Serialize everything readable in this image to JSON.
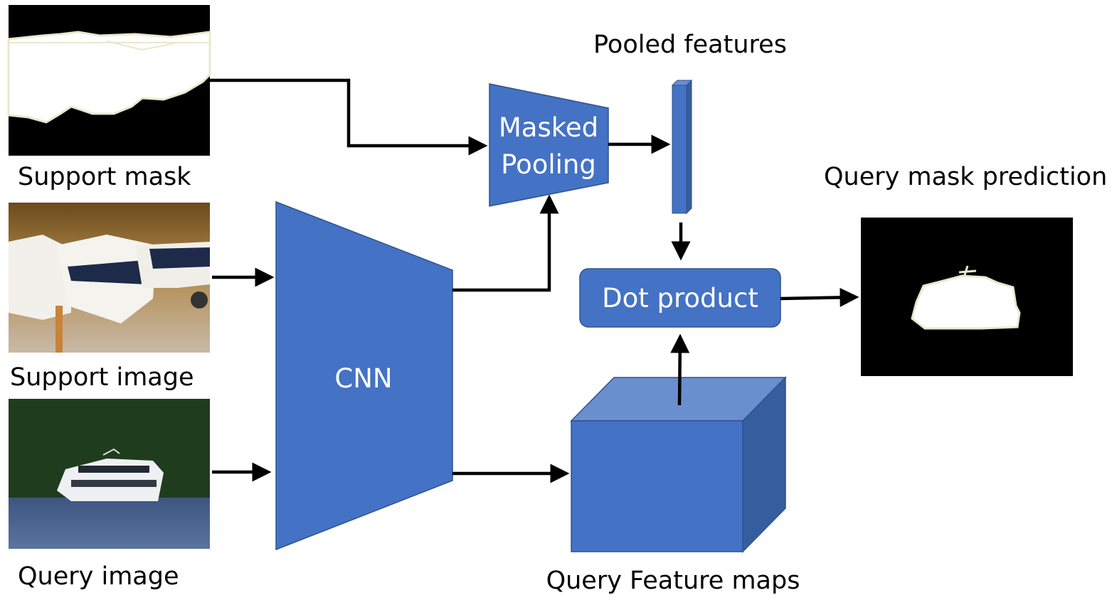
{
  "colors": {
    "block_fill": "#4472c4",
    "block_stroke": "#2f528f",
    "cube_top": "#6a8fcf",
    "cube_side": "#365e9f",
    "mask_fg": "#ffffff",
    "mask_edge": "#e8e8cc",
    "mask_bg": "#000000",
    "arrow": "#000000"
  },
  "inputs": {
    "support_mask": {
      "label": "Support mask",
      "icon": "binary-mask-image"
    },
    "support_image": {
      "label": "Support image",
      "icon": "boats-photo"
    },
    "query_image": {
      "label": "Query image",
      "icon": "yacht-photo"
    }
  },
  "blocks": {
    "cnn": {
      "label": "CNN"
    },
    "masked_pooling": {
      "label_line1": "Masked",
      "label_line2": "Pooling"
    },
    "pooled_features": {
      "label": "Pooled features"
    },
    "dot_product": {
      "label": "Dot product"
    },
    "query_feature_maps": {
      "label": "Query Feature maps"
    }
  },
  "output": {
    "query_mask_prediction": {
      "label": "Query mask prediction",
      "icon": "predicted-mask-image"
    }
  }
}
